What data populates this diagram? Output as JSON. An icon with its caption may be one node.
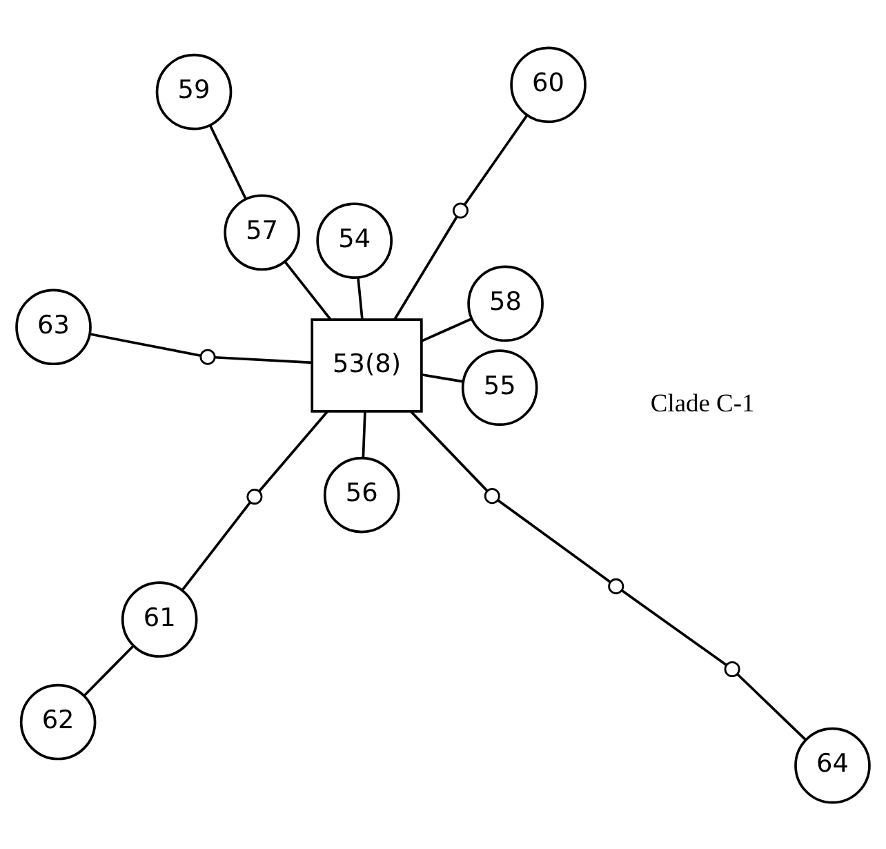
{
  "diagram": {
    "nodes": [
      {
        "text": [
          "59"
        ]
      },
      {
        "text": [
          "60"
        ]
      },
      {
        "text": [
          "62"
        ]
      },
      {
        "text": [
          "57"
        ]
      },
      {
        "text": [
          "58"
        ]
      },
      {
        "text": [],
        "shape": "circle"
      },
      {
        "text": [
          "61"
        ]
      },
      {
        "text": [
          "56"
        ]
      },
      {
        "text": [
          "53(8)"
        ]
      },
      {
        "text": [],
        "shape": "circle"
      },
      {
        "text": [],
        "shape": "circle"
      },
      {
        "text": [
          "63"
        ]
      },
      {
        "text": [
          "55"
        ]
      },
      {
        "text": [
          "54"
        ]
      },
      {
        "text": [],
        "shape": "circle"
      },
      {
        "text": [],
        "shape": "circle"
      },
      {
        "text": [],
        "shape": "circle"
      },
      {
        "text": [
          "64"
        ]
      }
    ],
    "edges": [
      {
        "from": 8,
        "to": 13,
        "arrow": "none"
      },
      {
        "from": 8,
        "to": 12,
        "arrow": "none"
      },
      {
        "from": 8,
        "to": 7,
        "arrow": "none"
      },
      {
        "from": 8,
        "to": 3,
        "arrow": "none"
      },
      {
        "from": 3,
        "to": 0,
        "arrow": "none"
      },
      {
        "from": 8,
        "to": 4,
        "arrow": "none"
      },
      {
        "from": 8,
        "to": 5,
        "arrow": "none"
      },
      {
        "from": 5,
        "to": 1,
        "arrow": "none"
      },
      {
        "from": 8,
        "to": 9,
        "arrow": "none"
      },
      {
        "from": 9,
        "to": 6,
        "arrow": "none"
      },
      {
        "from": 6,
        "to": 2,
        "arrow": "none"
      },
      {
        "from": 8,
        "to": 10,
        "arrow": "none"
      },
      {
        "from": 10,
        "to": 11,
        "arrow": "none"
      },
      {
        "from": 8,
        "to": 14,
        "arrow": "none"
      },
      {
        "from": 14,
        "to": 15,
        "arrow": "none"
      },
      {
        "from": 15,
        "to": 16,
        "arrow": "none"
      },
      {
        "from": 16,
        "to": 17,
        "arrow": "none"
      }
    ],
    "labels": [
      "Clade C-1"
    ]
  }
}
